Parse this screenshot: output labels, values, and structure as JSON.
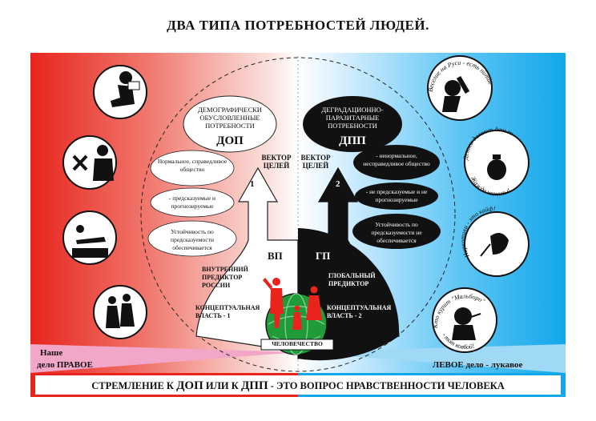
{
  "title": "ДВА ТИПА ПОТРЕБНОСТЕЙ ЛЮДЕЙ.",
  "left": {
    "heading": "ДЕМОГРАФИЧЕСКИ ОБУСЛОВЛЕННЫЕ ПОТРЕБНОСТИ",
    "abbr": "ДОП",
    "items": [
      "Нормальное, справедливое общество",
      "- предсказуемые и прогнозируемые",
      "Устойчивость по предсказуемости обеспечивается"
    ],
    "vector": "ВЕКТОР ЦЕЛЕЙ",
    "arrow_num": "1",
    "predictor_abbr": "ВП",
    "predictor": "ВНУТРЕННИЙ ПРЕДИКТОР РОССИИ",
    "power": "КОНЦЕПТУАЛЬНАЯ ВЛАСТЬ - 1",
    "slogan_1": "Наше",
    "slogan_2": "дело ПРАВОЕ"
  },
  "right": {
    "heading": "ДЕГРАДАЦИОННО-ПАРАЗИТАРНЫЕ ПОТРЕБНОСТИ",
    "abbr": "ДПП",
    "items": [
      "- ненормальное, несправедливое общество",
      "- не предсказуемые и не прогнозируемые",
      "Устойчивость по предсказуемости не обеспечивается"
    ],
    "vector": "ВЕКТОР ЦЕЛЕЙ",
    "arrow_num": "2",
    "predictor_abbr": "ГП",
    "predictor": "ГЛОБАЛЬНЫЙ ПРЕДИКТОР",
    "power": "КОНЦЕПТУАЛЬНАЯ ВЛАСТЬ - 2",
    "slogan": "ЛЕВОЕ дело - лукавое"
  },
  "globe_label": "ЧЕЛОВЕЧЕСТВО",
  "right_circles": [
    {
      "top": "Веселие на Руси - есть питие!",
      "bottom": ""
    },
    {
      "top": "Деньги делают деньги",
      "bottom": "Жажда наживы!"
    },
    {
      "top": "Наркотики - это кайф!",
      "bottom": ""
    },
    {
      "top": "Кто курит \"Мальборо\"",
      "bottom": "- тот ковбой!"
    }
  ],
  "footer": {
    "part1": "СТРЕМЛЕНИЕ К ",
    "dop": "ДОП",
    "part2": " ИЛИ К ",
    "dpp": "ДПП",
    "part3": " - ЭТО ВОПРОС НРАВСТВЕННОСТИ ЧЕЛОВЕКА"
  },
  "colors": {
    "red": "#e8241d",
    "blue": "#12a7ea",
    "black": "#111111",
    "green": "#1f9b3a"
  }
}
